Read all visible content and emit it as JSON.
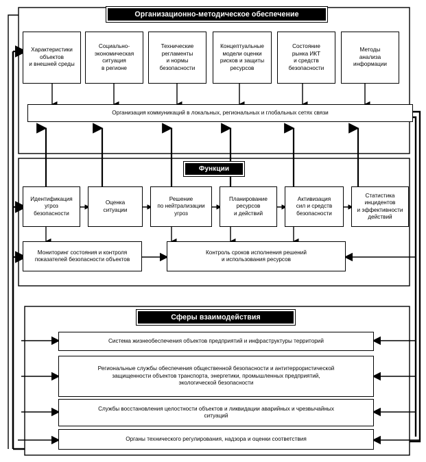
{
  "diagram": {
    "title_top": "Организационно-методическое обеспечение",
    "title_mid": "Функции",
    "title_bottom": "Сферы взаимодействия",
    "colors": {
      "line": "#000000",
      "banner_bg": "#000000",
      "banner_fg": "#ffffff",
      "node_bg": "#ffffff"
    }
  },
  "section_top": {
    "boxes": [
      {
        "label": "Характеристики\nобъектов\nи внешней среды"
      },
      {
        "label": "Социально-\nэкономическая\nситуация\nв регионе"
      },
      {
        "label": "Технические\nрегламенты\nи нормы\nбезопасности"
      },
      {
        "label": "Концептуальные\nмодели оценки\nрисков и защиты\nресурсов"
      },
      {
        "label": "Состояние\nрынка ИКТ\nи средств\nбезопасности"
      },
      {
        "label": "Методы\nанализа\nинформации"
      }
    ],
    "bus": "Организация коммуникаций в локальных, региональных и глобальных сетях связи"
  },
  "section_functions": {
    "boxes": [
      {
        "label": "Идентификация\nугроз\nбезопасности"
      },
      {
        "label": "Оценка\nситуации"
      },
      {
        "label": "Решение\nпо нейтрализации\nугроз"
      },
      {
        "label": "Планирование\nресурсов\nи действий"
      },
      {
        "label": "Активизация\nсил и средств\nбезопасности"
      },
      {
        "label": "Статистика\nинцидентов\nи эффективности\nдействий"
      }
    ],
    "lower": [
      {
        "label": "Мониторинг состояния и контроля\nпоказателей безопасности объектов"
      },
      {
        "label": "Контроль сроков исполнения решений\nи использования ресурсов"
      }
    ]
  },
  "section_spheres": {
    "rows": [
      {
        "label": "Система жизнеобеспечения объектов предприятий и инфраструктуры территорий"
      },
      {
        "label": "Региональные службы обеспечения общественной безопасности и антитеррористической\nзащищенности объектов транспорта, энергетики, промышленных предприятий,\nэкологической безопасности"
      },
      {
        "label": "Службы восстановления целостности объектов и ликвидации аварийных и чрезвычайных\nситуаций"
      },
      {
        "label": "Органы технического регулирования, надзора и оценки соответствия"
      }
    ]
  }
}
